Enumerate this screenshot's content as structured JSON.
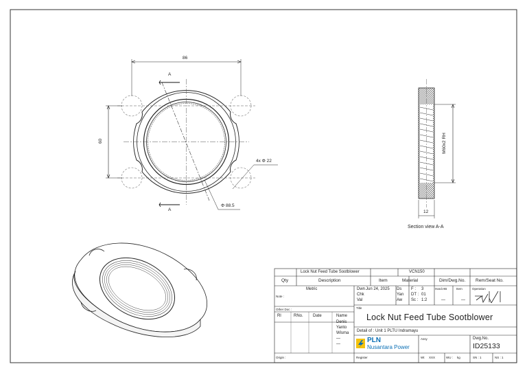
{
  "drawing": {
    "dimensions": {
      "width_86": "86",
      "height_60": "60",
      "holes": "4x Φ 22",
      "outer_dia": "Φ 88.5",
      "thread": "M60x2 RH",
      "thickness": "12",
      "section_mark_top": "A",
      "section_mark_bottom": "A"
    },
    "section_view_label": "Section view A-A"
  },
  "title_block": {
    "row_parts": {
      "description": "Lock Nut Feed Tube Sootblower",
      "material": "VCN150"
    },
    "headers": {
      "qty": "Qty",
      "description": "Description",
      "item": "Item",
      "material": "Material",
      "dim_dwg_no": "Dim/Dwg.No.",
      "rem_seat_no": "Rem/Seat No."
    },
    "metric": "Metric",
    "note_label": "Note :",
    "dwn_label": "Dwn",
    "dwn_date": "Jun 24, 2025",
    "chk_label": "Chk",
    "val_label": "Val",
    "ds_label": "Ds",
    "yan_label": "Yan",
    "aw_label": "Aw",
    "f_label": "F :",
    "f_value": "3",
    "dt_label": "DT :",
    "dt_value": "01",
    "sc_label": "Sc :",
    "sc_value": "1:2",
    "hard_label": "Hard.HB",
    "hard_value": "—",
    "rem_label": "Item",
    "rem_value": "—",
    "operation_label": "Operation",
    "other_doc_label": "Other Doc :",
    "rev_headers": {
      "rl": "Rl",
      "rno": "RNo.",
      "date": "Date",
      "name": "Name"
    },
    "names": [
      "Denis",
      "Yanto",
      "Wisma",
      "—",
      "—"
    ],
    "title_label": "Title",
    "title": "Lock Nut Feed Tube Sootblower",
    "detail_of": "Detail of : Unit 1 PLTU Indramayu",
    "brand": {
      "name": "PLN",
      "sub": "Nusantara Power",
      "color_blue": "#0a6fb5",
      "color_yellow": "#f4c20d"
    },
    "assy_label": "Assy",
    "dwg_no_label": "Dwg.No.",
    "dwg_no": "ID25133",
    "origin_label": "Origin :",
    "register_label": "Register",
    "wt_label": "Wt",
    "wt_value": "XXX",
    "wu_label": "WU :",
    "wu_value": "kg",
    "sn_label": "SN : 1",
    "ns_label": "NS : 1"
  }
}
